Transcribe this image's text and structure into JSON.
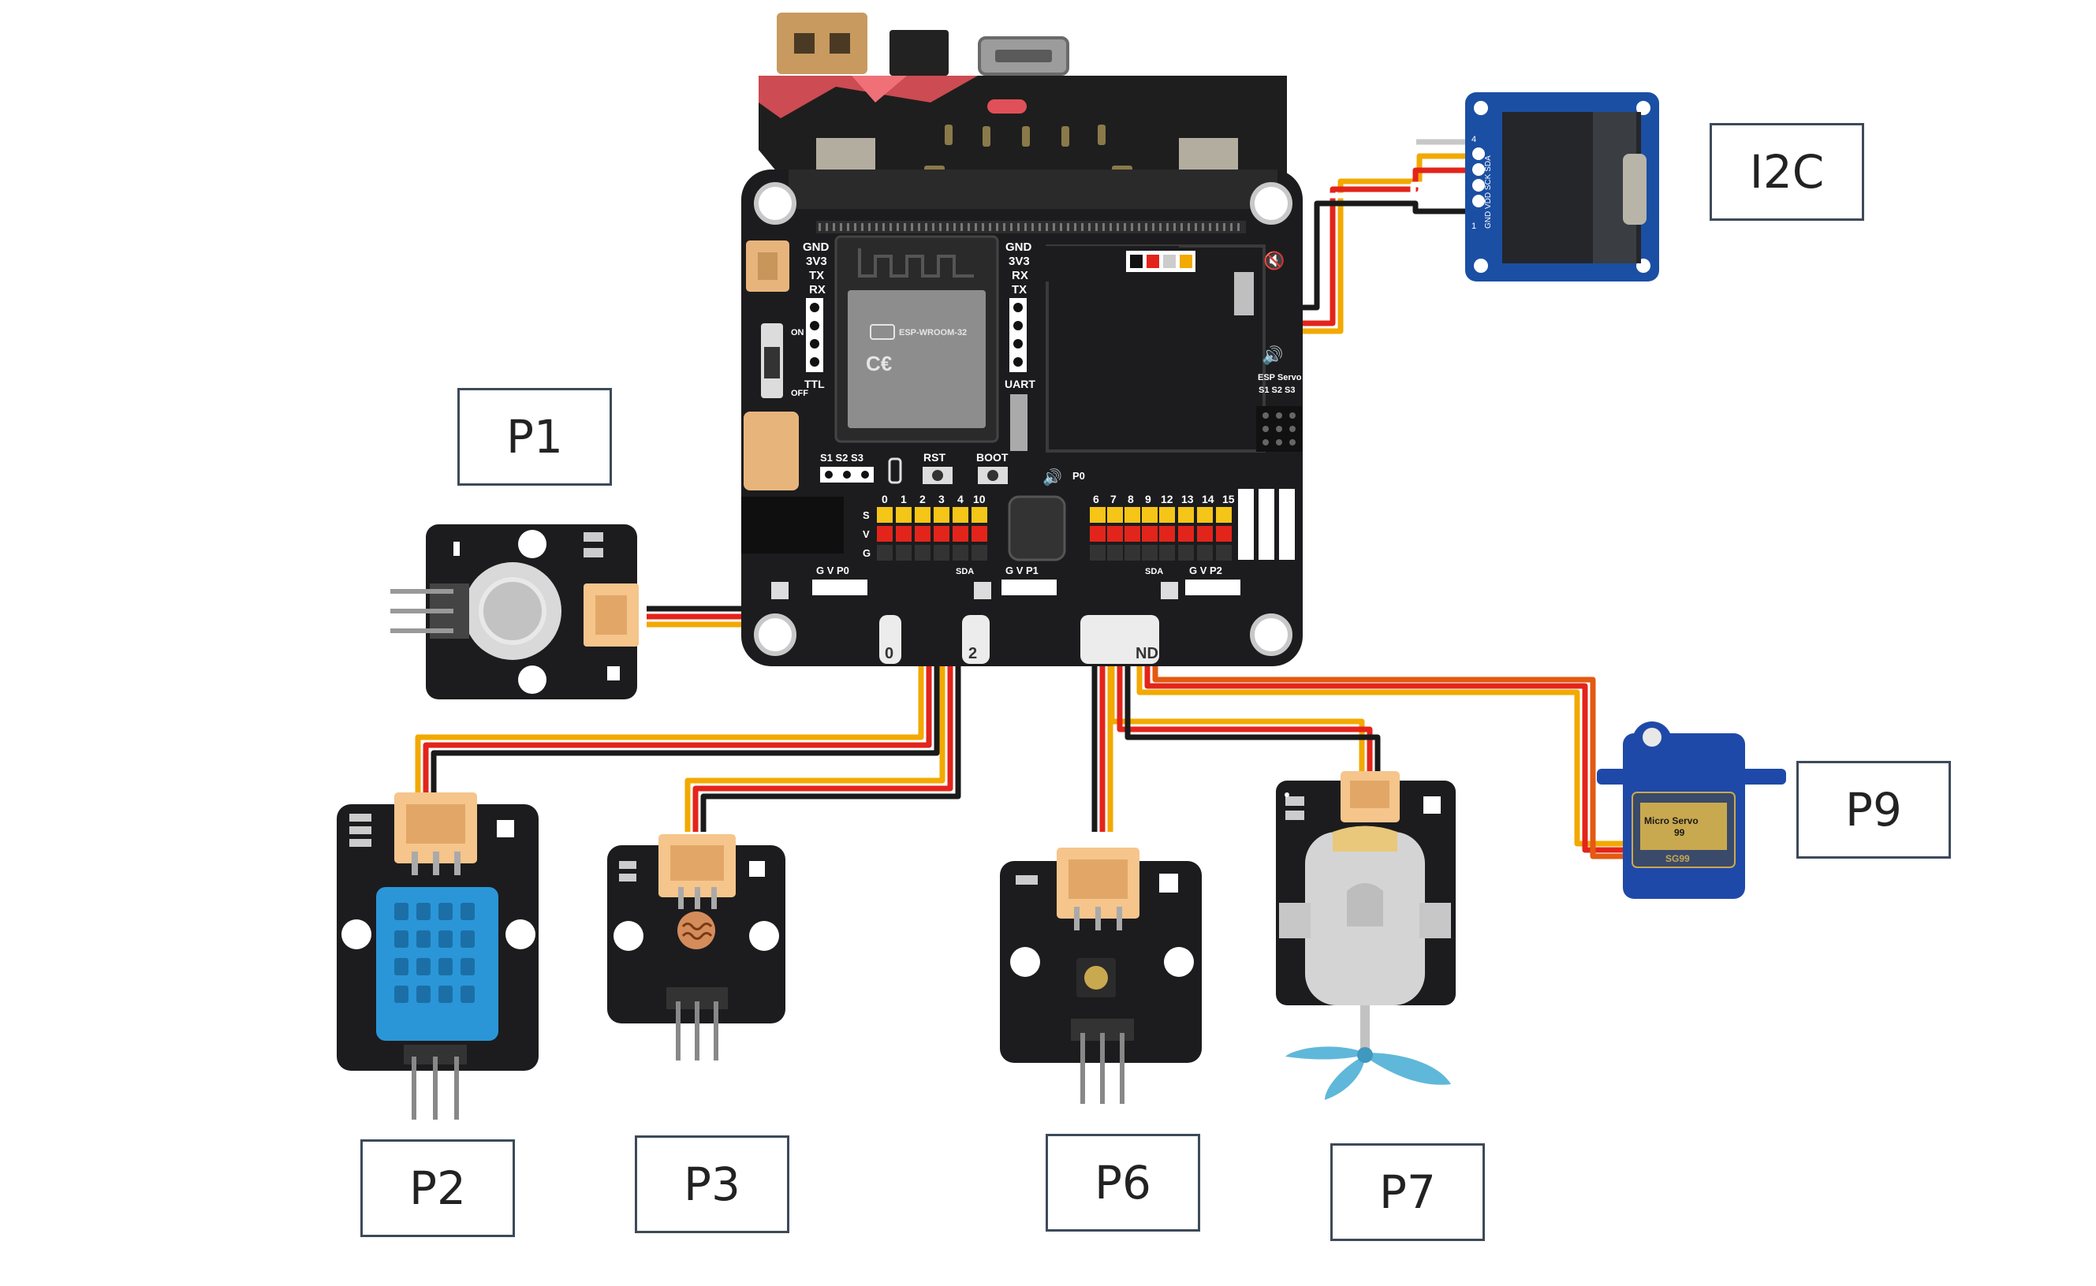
{
  "labels": {
    "i2c": "I2C",
    "p1": "P1",
    "p2": "P2",
    "p3": "P3",
    "p6": "P6",
    "p7": "P7",
    "p9": "P9"
  },
  "board": {
    "left_header": [
      "GND",
      "3V3",
      "TX",
      "RX"
    ],
    "right_header": [
      "GND",
      "3V3",
      "RX",
      "TX"
    ],
    "ttl": "TTL",
    "uart": "UART",
    "on": "ON",
    "off": "OFF",
    "module": "ESP-WROOM-32",
    "s_labels": "S1  S2  S3",
    "rst": "RST",
    "boot": "BOOT",
    "p0": "P0",
    "esp_servo": "ESP Servo",
    "esp_servo_s": "S1  S2  S3",
    "pins_a": [
      "0",
      "1",
      "2",
      "3",
      "4",
      "10"
    ],
    "pins_b": [
      "6",
      "7",
      "8",
      "9",
      "12",
      "13",
      "14",
      "15"
    ],
    "gvs": [
      "G",
      "V",
      "S"
    ],
    "gv_p0": "G V P0",
    "gv_p1": "G V P1",
    "gv_p2": "G V P2",
    "sda": "SDA",
    "edge_0": "0",
    "edge_2": "2",
    "edge_gnd": "ND"
  },
  "oled": {
    "pins": "GND VDD SCK SDA",
    "pin1": "1",
    "pin4": "4"
  },
  "servo": {
    "line1": "Micro Servo",
    "line2": "99",
    "model": "SG99"
  },
  "colors": {
    "wire_black": "#1a1a1a",
    "wire_red": "#e3241b",
    "wire_yellow": "#f2a900",
    "board": "#1c1c1e",
    "connector": "#f5c58c",
    "dht": "#2a96d8",
    "servo": "#1f49a8"
  }
}
